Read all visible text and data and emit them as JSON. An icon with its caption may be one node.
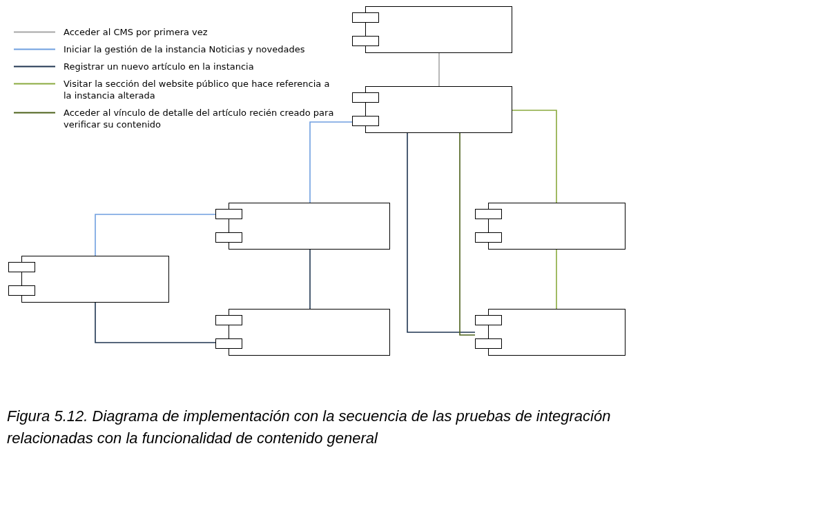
{
  "diagram": {
    "caption": "Figura 5.12. Diagrama de implementación con la secuencia de las pruebas de integración relacionadas con la funcionalidad de contenido general",
    "nodes": [
      {
        "text": [],
        "shape": "box"
      },
      {
        "text": [],
        "shape": "box"
      },
      {
        "text": [],
        "shape": "box"
      },
      {
        "text": [],
        "shape": "box"
      },
      {
        "text": [],
        "shape": "box"
      },
      {
        "text": [],
        "shape": "box"
      },
      {
        "text": [],
        "shape": "box"
      }
    ],
    "edges": [
      {
        "from": 0,
        "to": 1,
        "arrow": "none",
        "color": "#a6a6a6"
      },
      {
        "from": 1,
        "to": 2,
        "arrow": "none",
        "color": "#6f9fe0"
      },
      {
        "from": 2,
        "to": 4,
        "arrow": "none",
        "color": "#6f9fe0"
      },
      {
        "from": 1,
        "to": 6,
        "arrow": "none",
        "color": "#1f3550"
      },
      {
        "from": 2,
        "to": 5,
        "arrow": "none",
        "color": "#1f3550"
      },
      {
        "from": 4,
        "to": 5,
        "arrow": "none",
        "color": "#1f3550"
      },
      {
        "from": 1,
        "to": 3,
        "arrow": "none",
        "color": "#8aaa3e"
      },
      {
        "from": 3,
        "to": 6,
        "arrow": "none",
        "color": "#8aaa3e"
      },
      {
        "from": 1,
        "to": 6,
        "arrow": "none",
        "color": "#4b6019"
      }
    ],
    "legend": [
      {
        "text": "Acceder al CMS por primera vez",
        "color": "#a6a6a6"
      },
      {
        "text": "Iniciar la gestión de la instancia Noticias y novedades",
        "color": "#6f9fe0"
      },
      {
        "text": "Registrar un nuevo artículo en la instancia",
        "color": "#1f3550"
      },
      {
        "text": "Visitar la sección del website público que hace referencia a la instancia alterada",
        "color": "#8aaa3e"
      },
      {
        "text": "Acceder al vínculo de detalle del artículo recién creado para verificar su contenido",
        "color": "#4b6019"
      }
    ]
  }
}
